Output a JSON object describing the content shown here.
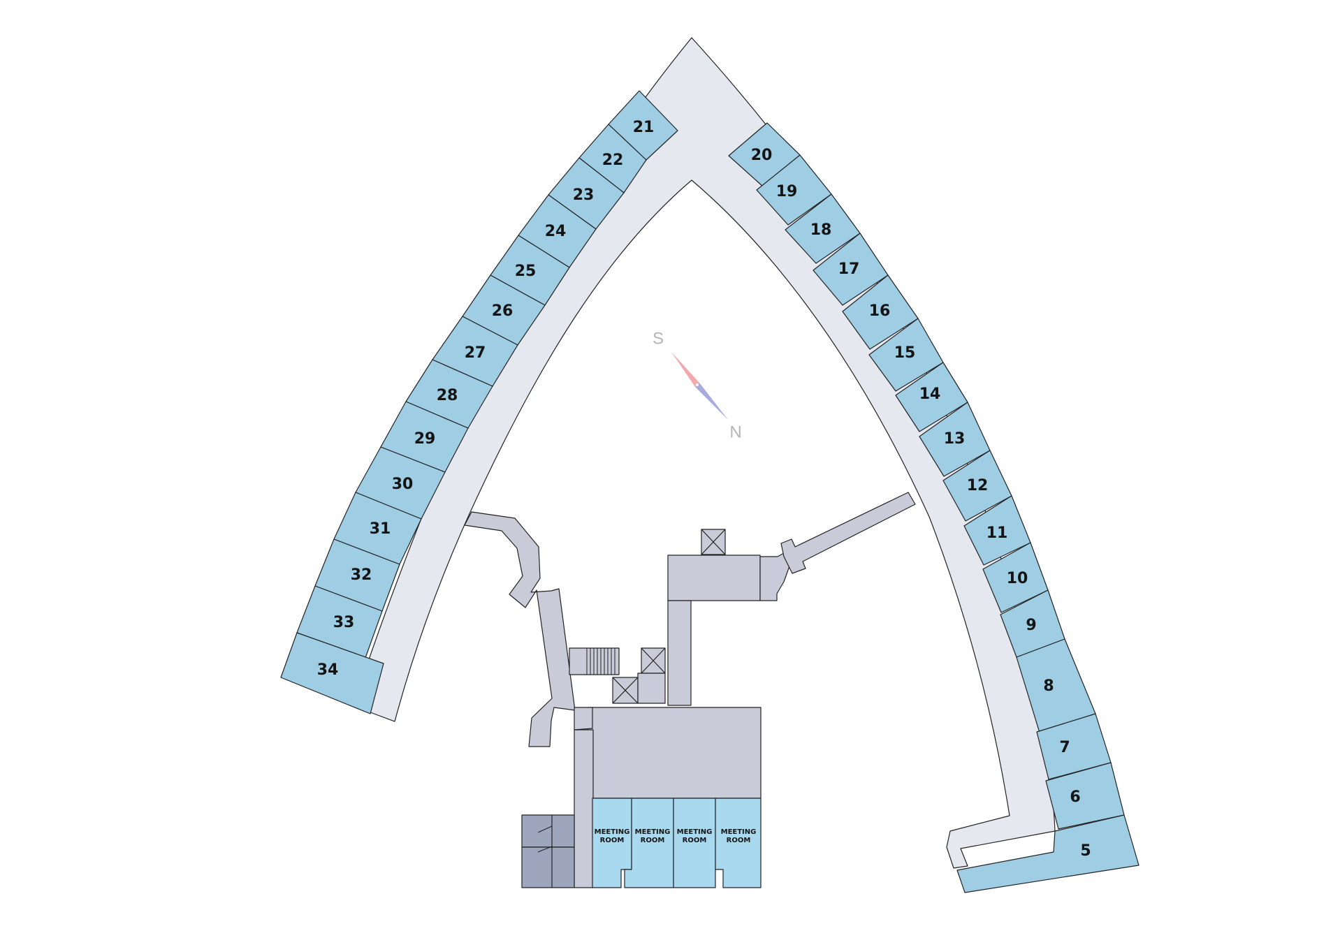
{
  "map": {
    "colors": {
      "corridor": "#e6e8ef",
      "room": "#9ecde4",
      "meeting_room": "#a9d9ef",
      "service": "#c9ccd8",
      "dark_service": "#9ea6bd",
      "outline": "#222222"
    },
    "compass": {
      "south_label": "S",
      "north_label": "N"
    },
    "rooms": {
      "5": "5",
      "6": "6",
      "7": "7",
      "8": "8",
      "9": "9",
      "10": "10",
      "11": "11",
      "12": "12",
      "13": "13",
      "14": "14",
      "15": "15",
      "16": "16",
      "17": "17",
      "18": "18",
      "19": "19",
      "20": "20",
      "21": "21",
      "22": "22",
      "23": "23",
      "24": "24",
      "25": "25",
      "26": "26",
      "27": "27",
      "28": "28",
      "29": "29",
      "30": "30",
      "31": "31",
      "32": "32",
      "33": "33",
      "34": "34"
    },
    "meeting_rooms": [
      {
        "line1": "MEETING",
        "line2": "ROOM"
      },
      {
        "line1": "MEETING",
        "line2": "ROOM"
      },
      {
        "line1": "MEETING",
        "line2": "ROOM"
      },
      {
        "line1": "MEETING",
        "line2": "ROOM"
      }
    ]
  }
}
